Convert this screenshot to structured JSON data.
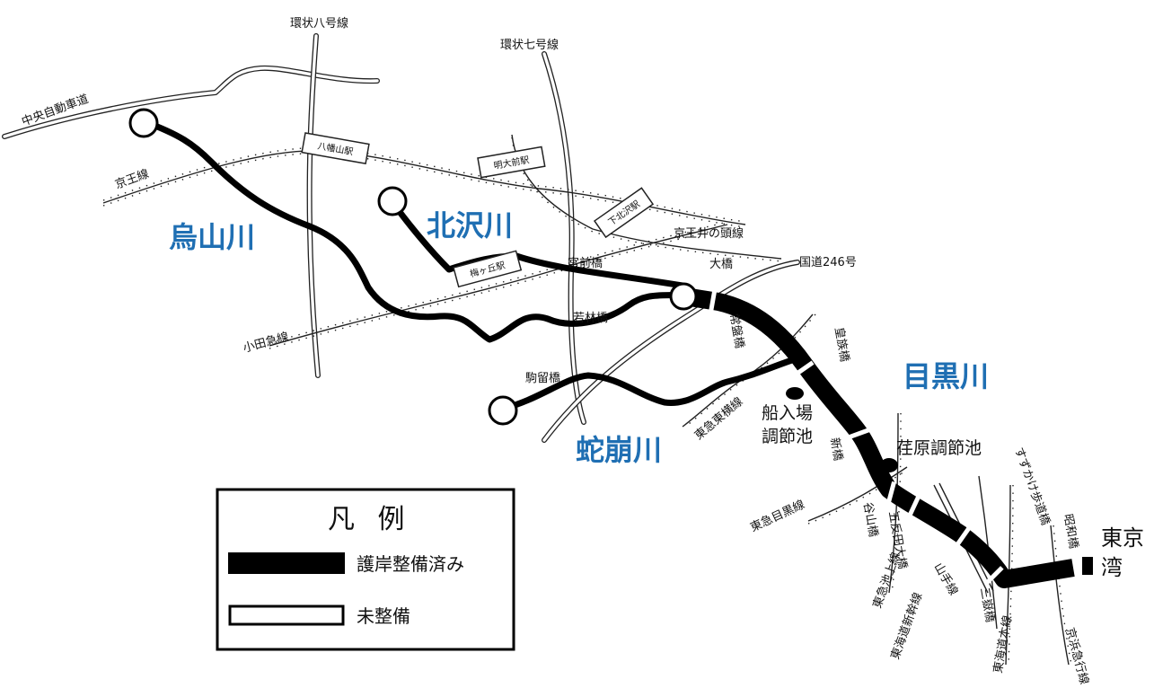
{
  "rivers": {
    "karasuyama": "烏山川",
    "kitazawa": "北沢川",
    "jakuzure": "蛇崩川",
    "meguro": "目黒川"
  },
  "roads": {
    "kanjo8": "環状八号線",
    "kanjo7": "環状七号線",
    "chuo": "中央自動車道",
    "r246": "国道246号"
  },
  "railways": {
    "keio": "京王線",
    "keio_inokashira": "京王井の頭線",
    "odakyu": "小田急線",
    "tokyu_toyoko": "東急東横線",
    "tokyu_meguro": "東急目黒線",
    "tokyu_ikegami": "東急池上線",
    "yamanote": "山手線",
    "tokaido_shinkansen": "東海道新幹線",
    "tokaido_main": "東海道本線",
    "keikyu": "京浜急行線"
  },
  "stations": {
    "hachimanyama": "八幡山駅",
    "meidaimae": "明大前駅",
    "shimokitazawa": "下北沢駅",
    "umegaoka": "梅ヶ丘駅"
  },
  "bridges": {
    "miyamae": "宮前橋",
    "wakabayashi": "若林橋",
    "komadome": "駒留橋",
    "ohashi": "大橋",
    "tokiwa": "常盤橋",
    "kotobuki": "皇族橋",
    "shin": "新橋",
    "nakanobashi": "谷山橋",
    "gotanda": "五反田大橋",
    "suzukake": "すずかけ歩道橋",
    "shouwa": "昭和橋",
    "sanban": "三嶽橋"
  },
  "ponds": {
    "funairiba_line1": "船入場",
    "funairiba_line2": "調節池",
    "ebara": "荏原調節池"
  },
  "bay": {
    "line1": "東京",
    "line2": "湾"
  },
  "legend": {
    "title": "凡 例",
    "completed": "護岸整備済み",
    "incomplete": "未整備"
  }
}
